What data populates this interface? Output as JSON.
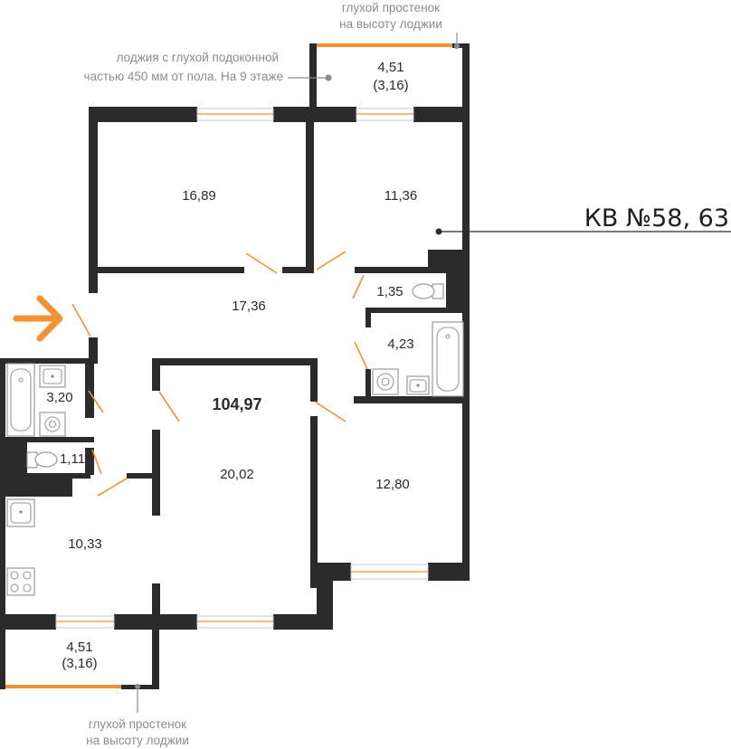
{
  "apartment": {
    "label": "КВ №58, 63",
    "total_area": "104,97"
  },
  "rooms": {
    "bedroom_top_left": "16,89",
    "bedroom_top_right": "11,36",
    "hall": "17,36",
    "toilet_right": "1,35",
    "bathroom_right": "4,23",
    "bathroom_left": "3,20",
    "toilet_left": "1,11",
    "living_room": "20,02",
    "bedroom_right": "12,80",
    "kitchen": "10,33"
  },
  "loggias": {
    "top": {
      "area": "4,51",
      "area_reduced": "(3,16)"
    },
    "bottom": {
      "area": "4,51",
      "area_reduced": "(3,16)"
    }
  },
  "notes": {
    "top_pillar": [
      "глухой простенок",
      "на высоту лоджии"
    ],
    "loggia_note": [
      "лоджия с глухой подоконной",
      "частью 450 мм от пола. На 9 этаже"
    ],
    "bottom_pillar": [
      "глухой простенок",
      "на высоту лоджии"
    ]
  },
  "colors": {
    "wall": "#2b2b2b",
    "accent": "#f39233",
    "note_text": "#8c8c8c"
  },
  "icons": [
    "entrance-arrow-icon",
    "toilet-icon",
    "bathtub-icon",
    "sink-icon",
    "washing-machine-icon",
    "stove-icon"
  ]
}
